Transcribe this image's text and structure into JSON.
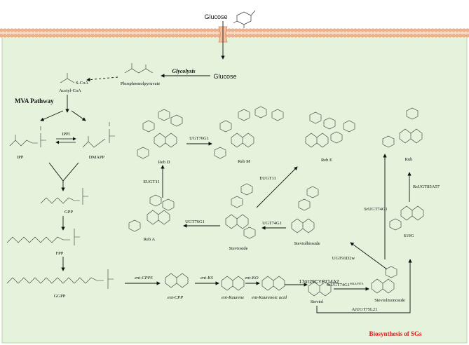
{
  "top": {
    "glucose_top": "Glucose",
    "glucose_inside": "Glucose",
    "glycolysis": "Glycolysis",
    "phosphoenol": "Phosphoenolpyruvate"
  },
  "mva": {
    "title": "MVA Pathway",
    "acetyl": "Acetyl-CoA",
    "scoa": "S-CoA",
    "ippi": "IPPI",
    "ipp": "IPP",
    "dmapp": "DMAPP",
    "gpp": "GPP",
    "fpp": "FPP",
    "ggpp": "GGPP"
  },
  "bottom": {
    "ent_cpps": "ent-CPPS",
    "ent_cpp": "ent-CPP",
    "ent_ks": "ent-KS",
    "ent_kaurene": "ent-Kaurene",
    "ent_ko": "ent-KO",
    "ent_kaurenoic": "ent-Kaurenoic acid",
    "kah": "17ατ29CYP714A2",
    "steviol": "Steviol",
    "sr74g1_sub": "SrUGT74G1",
    "sr74g1_sup": "S84A/F87A",
    "steviolmonoside": "Steviolmonoside",
    "akugt": "AtUGT75L21"
  },
  "middle": {
    "stevioside": "Stevioside",
    "steviolbioside": "Steviolbioside",
    "ugt74g1_mid": "UGT74G1",
    "ugt76g1_a": "UGT76G1",
    "reb_a": "Reb A",
    "eugt11_left": "EUGT11",
    "reb_d": "Reb D",
    "ugt76g1_top": "UGT76G1",
    "reb_m": "Reb M",
    "eugt11_mid": "EUGT11",
    "reb_e": "Reb E",
    "ugt91d2w": "UGT91D2w",
    "srugt74g1": "SrUGT74G1",
    "rub": "Rub",
    "rsugt": "RsUGT85A57",
    "s19g": "S19G"
  },
  "footer": {
    "title": "Biosynthesis of SGs"
  },
  "colors": {
    "panel": "#e5f2dc",
    "panel_border": "#b9d6a6",
    "membrane": "#f0b48a",
    "membrane_dark": "#d4875a",
    "transporter": "#f6bfa0",
    "red": "#e0191b"
  }
}
